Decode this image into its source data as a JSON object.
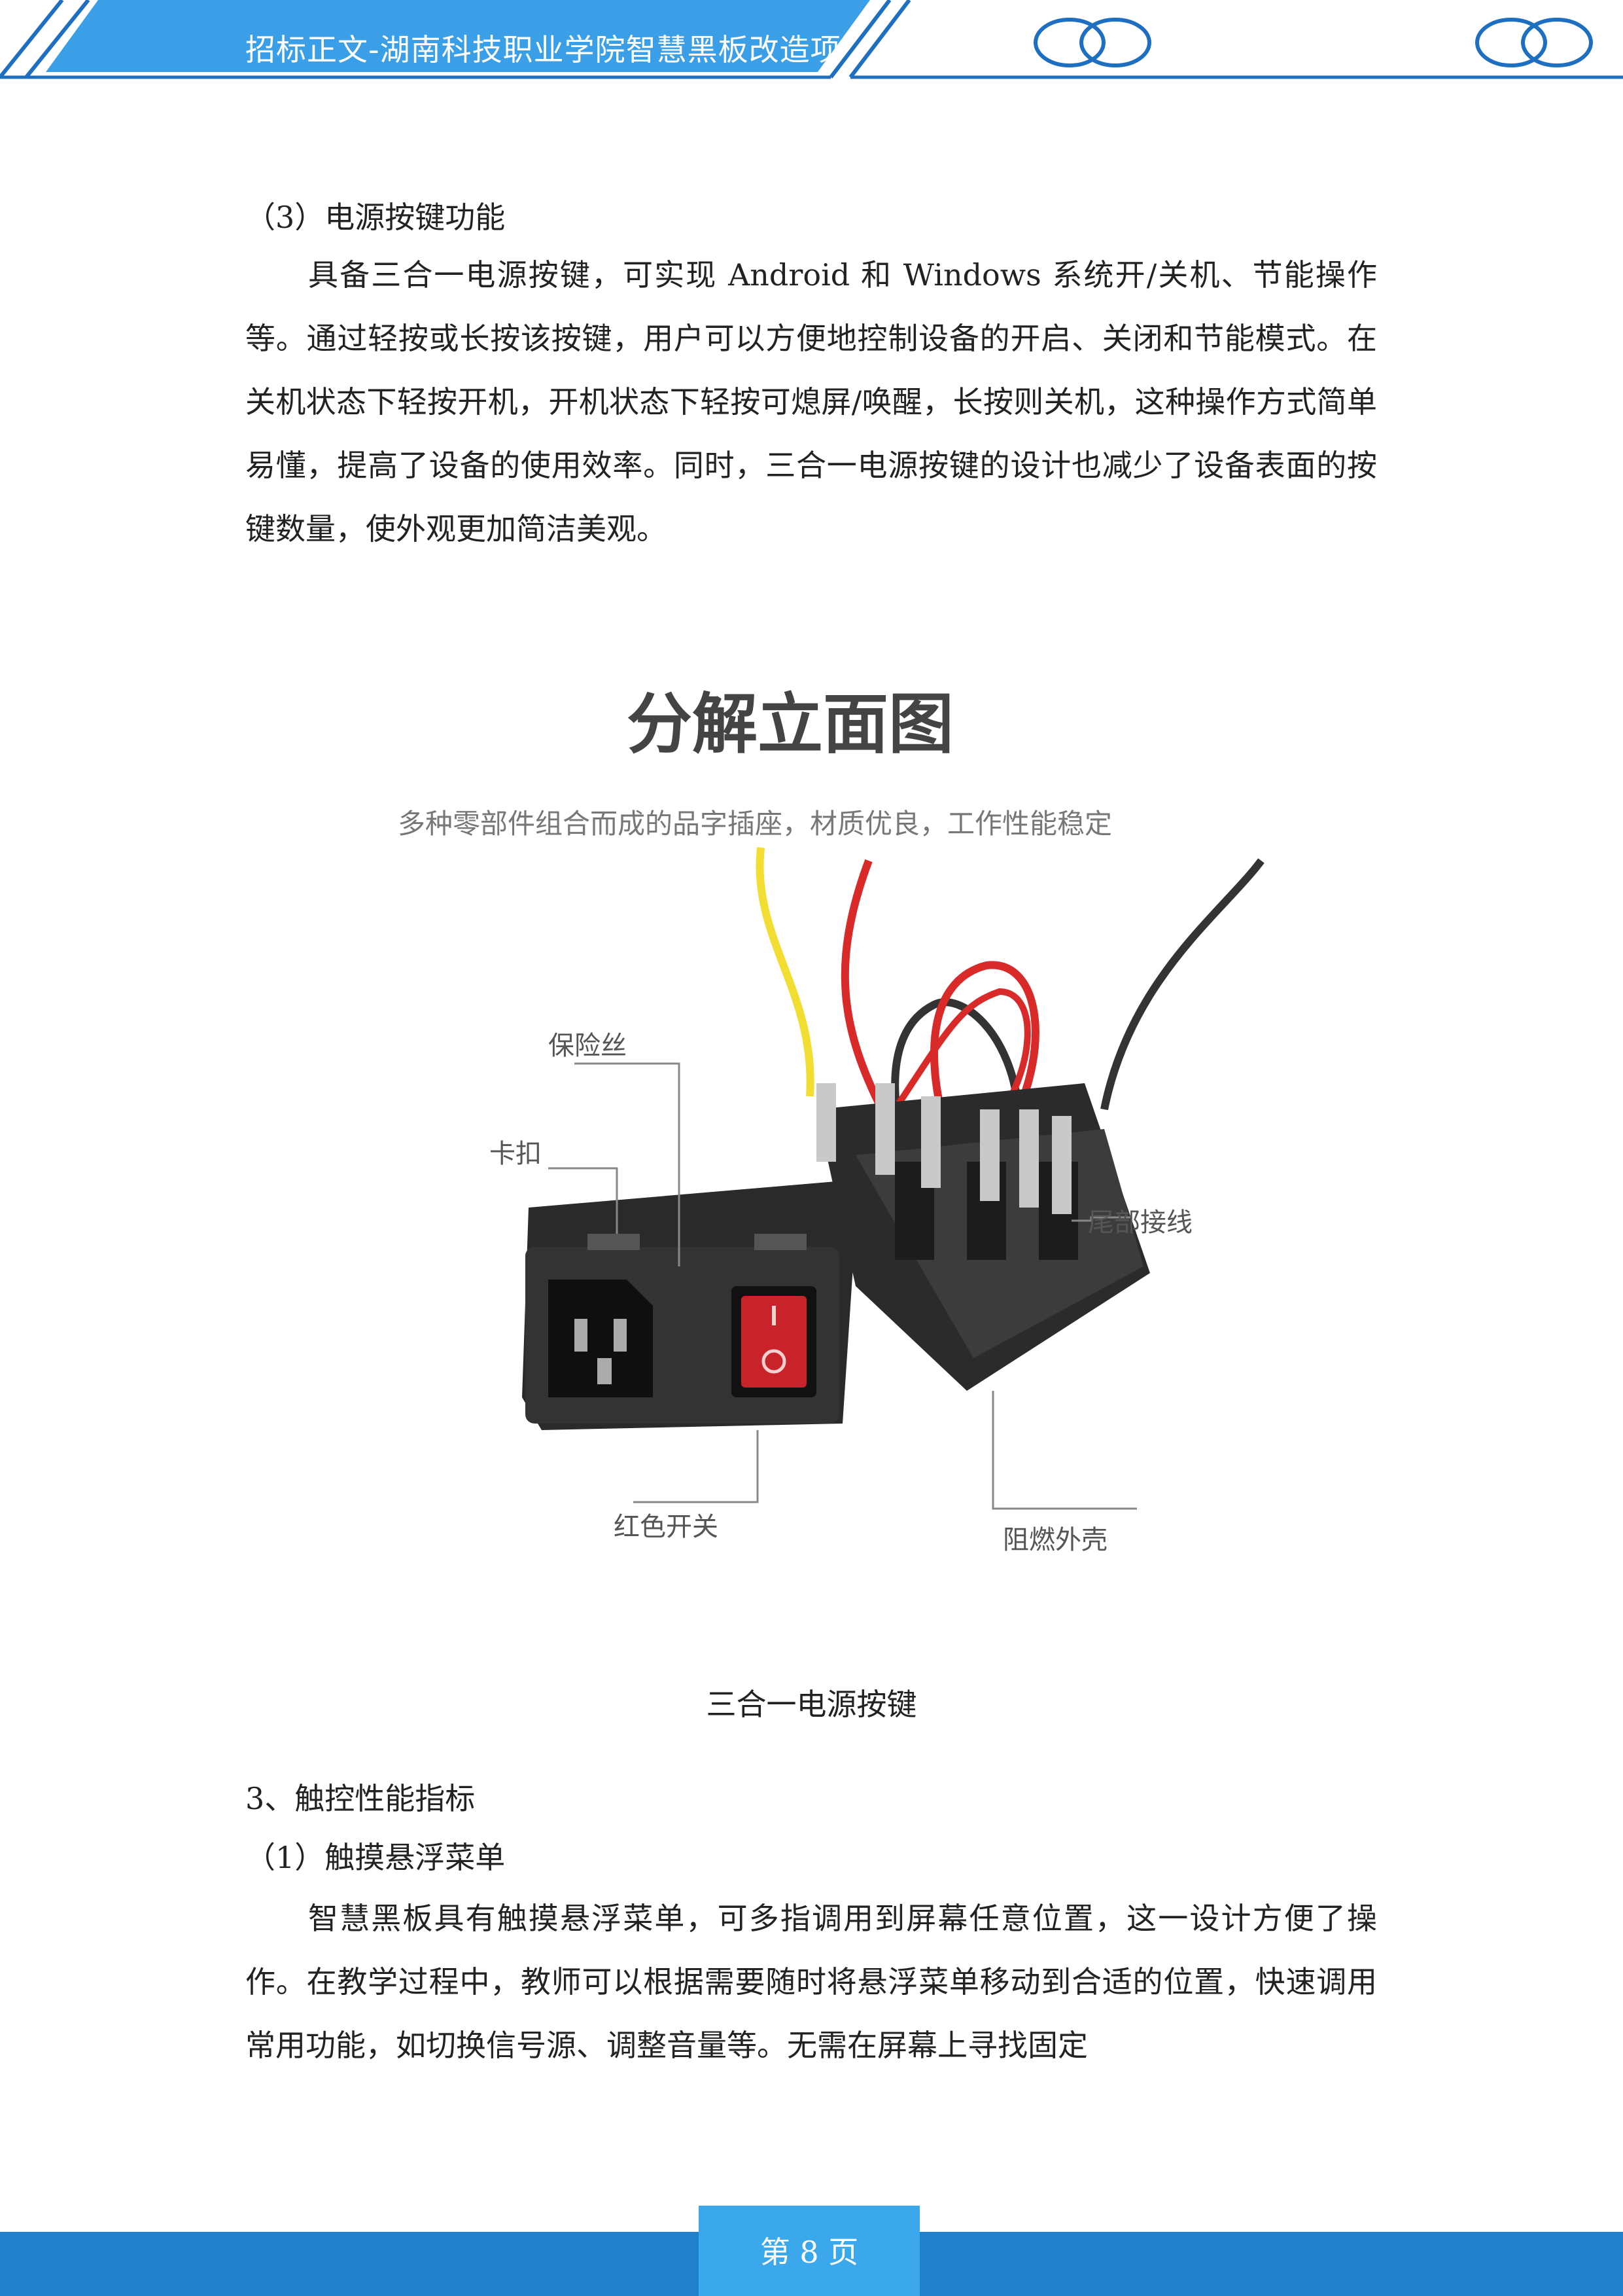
{
  "header": {
    "title": "招标正文-湖南科技职业学院智慧黑板改造项"
  },
  "sections": {
    "power_heading": "（3）电源按键功能",
    "power_body": "具备三合一电源按键，可实现 Android 和 Windows 系统开/关机、节能操作等。通过轻按或长按该按键，用户可以方便地控制设备的开启、关闭和节能模式。在关机状态下轻按开机，开机状态下轻按可熄屏/唤醒，长按则关机，这种操作方式简单易懂，提高了设备的使用效率。同时，三合一电源按键的设计也减少了设备表面的按键数量，使外观更加简洁美观。",
    "touch_heading": "3、触控性能指标",
    "float_heading": "（1）触摸悬浮菜单",
    "float_body": "智慧黑板具有触摸悬浮菜单，可多指调用到屏幕任意位置，这一设计方便了操作。在教学过程中，教师可以根据需要随时将悬浮菜单移动到合适的位置，快速调用常用功能，如切换信号源、调整音量等。无需在屏幕上寻找固定"
  },
  "figure": {
    "title": "分解立面图",
    "subtitle": "多种零部件组合而成的品字插座，材质优良，工作性能稳定",
    "labels": {
      "fuse": "保险丝",
      "clip": "卡扣",
      "tail_wiring": "尾部接线",
      "red_switch": "红色开关",
      "flame_shell": "阻燃外壳"
    },
    "caption": "三合一电源按键"
  },
  "footer": {
    "page": "第 8 页"
  },
  "colors": {
    "header_blue": "#3a9fe6",
    "header_line": "#1f6fc0",
    "footer_bar": "#1f80cc",
    "footer_box": "#3aa8ea"
  }
}
